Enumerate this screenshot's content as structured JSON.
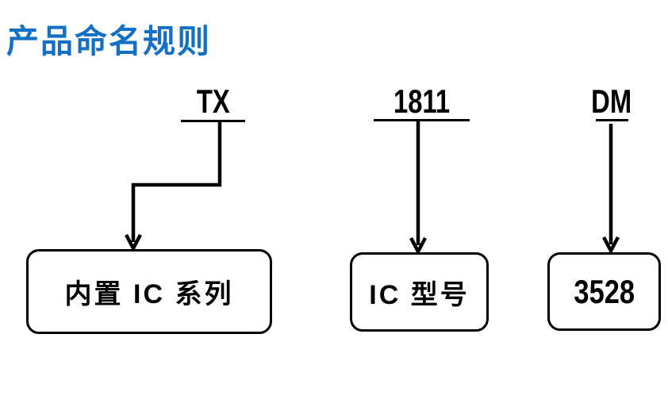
{
  "title": "产品命名规则",
  "colors": {
    "title": "#1470C4",
    "ink": "#000000",
    "background": "#FFFFFF"
  },
  "diagram": {
    "items": [
      {
        "code": "TX",
        "meaning": "内置 IC 系列"
      },
      {
        "code": "1811",
        "meaning": "IC 型号"
      },
      {
        "code": "DM",
        "meaning": "3528"
      }
    ]
  }
}
